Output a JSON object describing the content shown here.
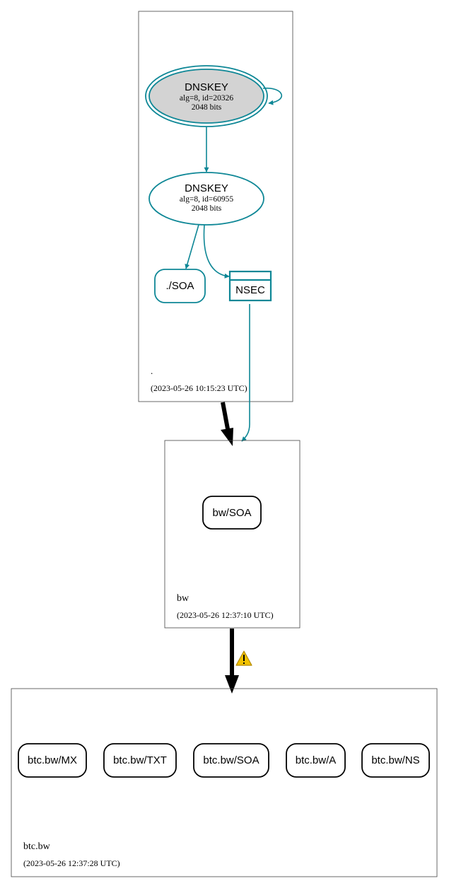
{
  "zones": {
    "root": {
      "name": ".",
      "timestamp": "(2023-05-26 10:15:23 UTC)"
    },
    "bw": {
      "name": "bw",
      "timestamp": "(2023-05-26 12:37:10 UTC)"
    },
    "btc": {
      "name": "btc.bw",
      "timestamp": "(2023-05-26 12:37:28 UTC)"
    }
  },
  "nodes": {
    "ksk": {
      "title": "DNSKEY",
      "detail": "alg=8, id=20326",
      "bits": "2048 bits"
    },
    "zsk": {
      "title": "DNSKEY",
      "detail": "alg=8, id=60955",
      "bits": "2048 bits"
    },
    "root_soa": {
      "label": "./SOA"
    },
    "nsec": {
      "label": "NSEC"
    },
    "bw_soa": {
      "label": "bw/SOA"
    },
    "btc_records": [
      {
        "label": "btc.bw/MX"
      },
      {
        "label": "btc.bw/TXT"
      },
      {
        "label": "btc.bw/SOA"
      },
      {
        "label": "btc.bw/A"
      },
      {
        "label": "btc.bw/NS"
      }
    ]
  },
  "colors": {
    "secure": "#0e8796",
    "delegation": "#000000",
    "warning": "#f2c200",
    "ksk_fill": "#d3d3d3"
  },
  "icons": {
    "warning": "warning-icon"
  }
}
